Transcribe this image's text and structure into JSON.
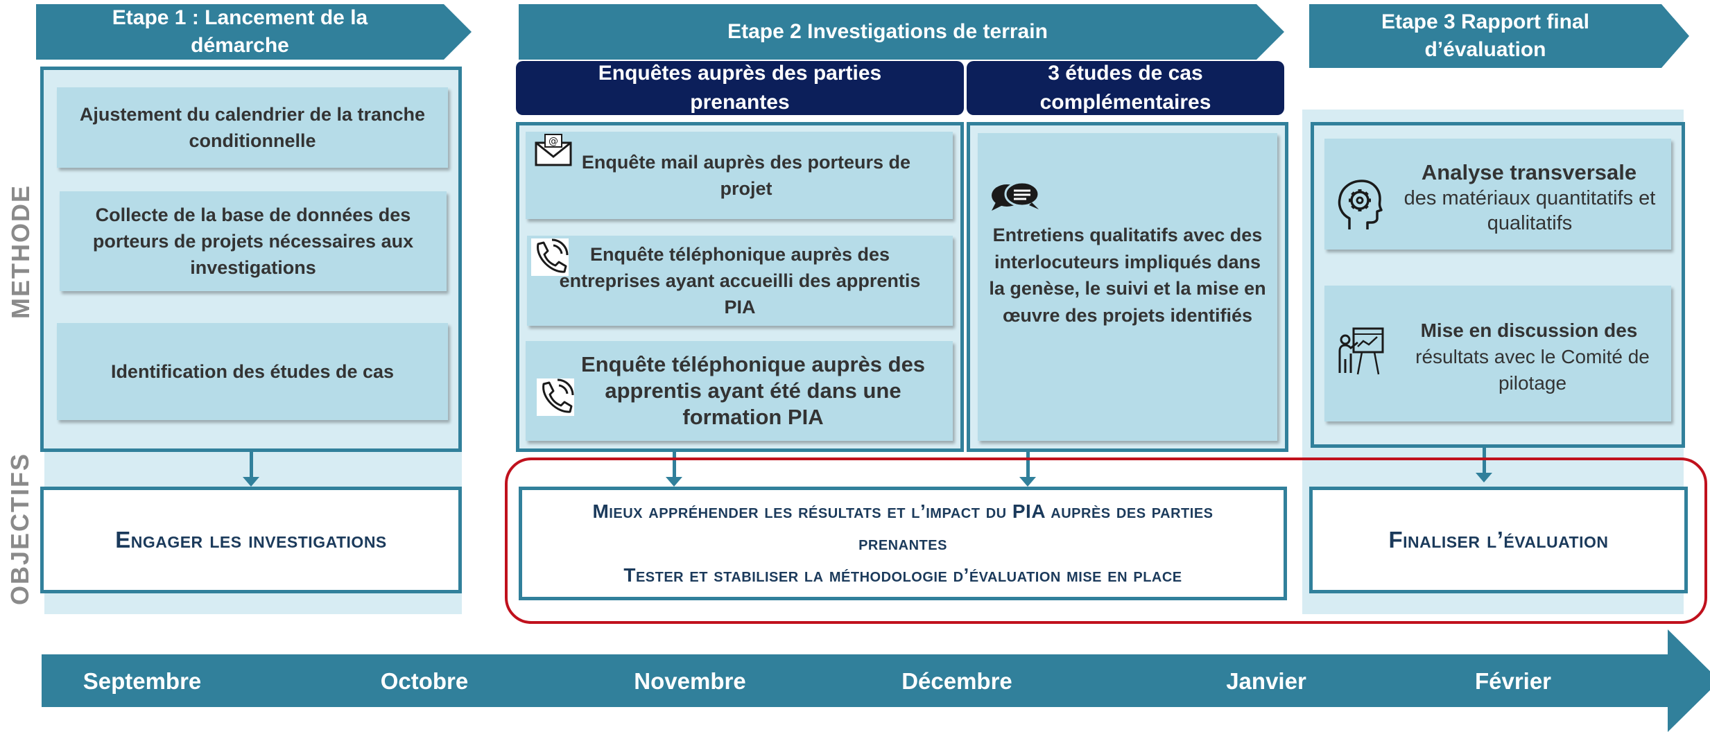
{
  "stages": {
    "s1": "Etape 1 : Lancement de la démarche",
    "s2": "Etape 2 Investigations de terrain",
    "s3": "Etape 3 Rapport final d’évaluation"
  },
  "sub_headers": {
    "surveys": "Enquêtes auprès des parties prenantes",
    "cases": "3 études de cas complémentaires"
  },
  "section_labels": {
    "method": "METHODE",
    "objectives": "OBJECTIFS"
  },
  "stage1_cards": [
    "Ajustement du calendrier de la tranche conditionnelle",
    "Collecte de la base de données des porteurs de projets nécessaires aux investigations",
    "Identification des études de cas"
  ],
  "stage2_cards": [
    "Enquête mail auprès des porteurs de projet",
    "Enquête téléphonique auprès des entreprises ayant accueilli des apprentis PIA",
    "Enquête téléphonique auprès des apprentis ayant été dans une formation PIA"
  ],
  "case_study_text": "Entretiens qualitatifs avec des interlocuteurs impliqués dans la genèse, le suivi et la mise en œuvre des projets identifiés",
  "stage3_cards": {
    "analysis_title": "Analyse transversale",
    "analysis_rest": "des matériaux quantitatifs et qualitatifs",
    "discussion_title": "Mise en discussion des",
    "discussion_rest": "résultats avec le Comité de pilotage"
  },
  "objectives": {
    "o1": "Engager les investigations",
    "o2_line1": "Mieux appréhender les résultats et l’impact du PIA auprès des parties prenantes",
    "o2_line2": "Tester et stabiliser la méthodologie d’évaluation mise en place",
    "o3": "Finaliser l’évaluation"
  },
  "timeline": [
    "Septembre",
    "Octobre",
    "Novembre",
    "Décembre",
    "Janvier",
    "Février"
  ],
  "icons": [
    "mail-icon",
    "phone-icon",
    "chat-bubble-icon",
    "head-gear-icon",
    "presenter-board-icon"
  ],
  "colors": {
    "teal": "#31809b",
    "navy": "#0c1f5a",
    "light_panel": "#d7ecf3",
    "card": "#b6dce8",
    "highlight": "#c0111d"
  }
}
